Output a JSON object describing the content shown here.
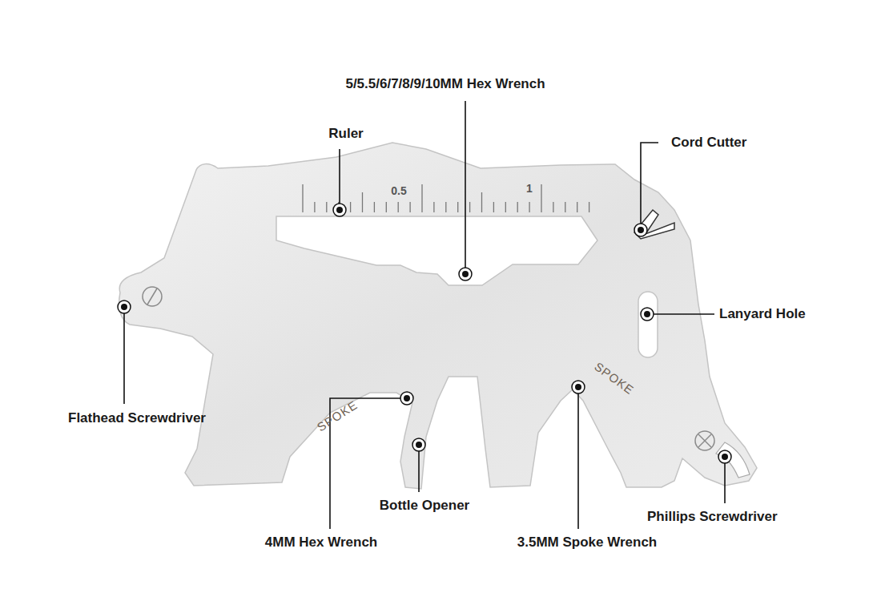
{
  "diagram": {
    "labels": [
      "5/5.5/6/7/8/9/10MM Hex Wrench",
      "Ruler",
      "Cord Cutter",
      "Lanyard Hole",
      "Flathead Screwdriver",
      "Bottle Opener",
      "4MM Hex Wrench",
      "3.5MM Spoke Wrench",
      "Phillips Screwdriver",
      "0.5",
      "1",
      "SPOKE",
      "SPOKE"
    ]
  }
}
